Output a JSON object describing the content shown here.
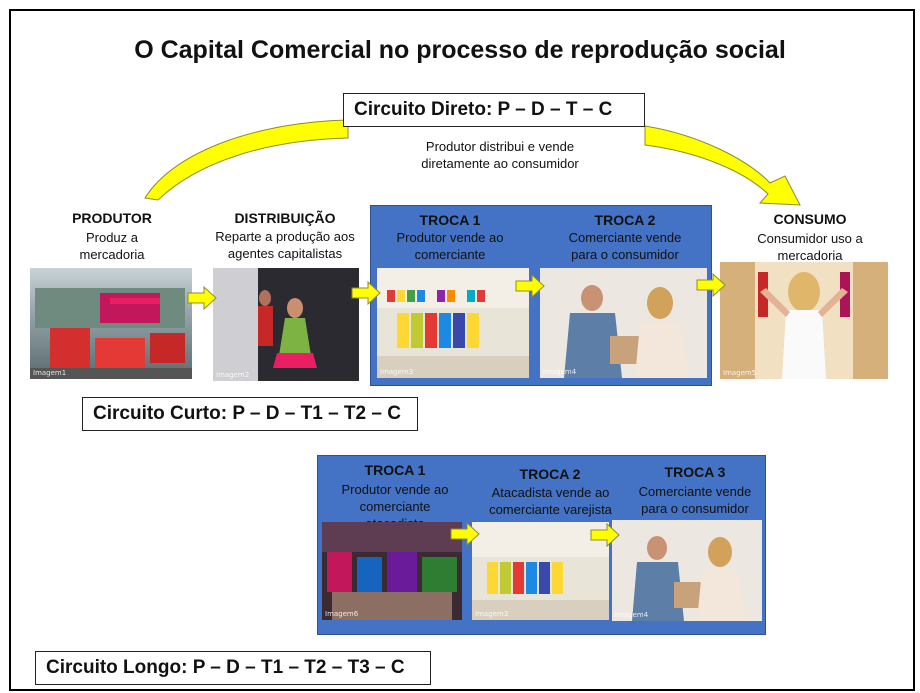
{
  "title": "O Capital Comercial no processo de reprodução social",
  "direct": {
    "label": "Circuito Direto: P – D – T – C",
    "note_line1": "Produtor  distribui e vende",
    "note_line2": "diretamente ao consumidor"
  },
  "short": {
    "label": "Circuito Curto: P – D – T1 – T2 – C",
    "stages": [
      {
        "title": "PRODUTOR",
        "desc1": "Produz a",
        "desc2": "mercadoria",
        "caption": "Imagem1"
      },
      {
        "title": "DISTRIBUIÇÃO",
        "desc1": "Reparte a produção aos",
        "desc2": "agentes capitalistas",
        "caption": "Imagem2"
      },
      {
        "title": "TROCA 1",
        "desc1": "Produtor  vende ao",
        "desc2": "comerciante",
        "caption": "Imagem3"
      },
      {
        "title": "TROCA 2",
        "desc1": "Comerciante vende",
        "desc2": "para o consumidor",
        "caption": "Imagem4"
      },
      {
        "title": "CONSUMO",
        "desc1": "Consumidor uso a",
        "desc2": "mercadoria",
        "caption": "Imagem5"
      }
    ]
  },
  "long": {
    "label": "Circuito Longo: P – D – T1 – T2 – T3 – C",
    "stages": [
      {
        "title": "TROCA 1",
        "desc1": "Produtor  vende ao",
        "desc2": "comerciante",
        "desc3": "atacadista",
        "caption": "Imagem6"
      },
      {
        "title": "TROCA 2",
        "desc1": "Atacadista vende ao",
        "desc2": "comerciante varejista",
        "caption": "Imagem3"
      },
      {
        "title": "TROCA 3",
        "desc1": "Comerciante vende",
        "desc2": "para o consumidor",
        "caption": "Imagem4"
      }
    ]
  },
  "colors": {
    "panel": "#4472c4",
    "arrow": "#ffff00"
  }
}
